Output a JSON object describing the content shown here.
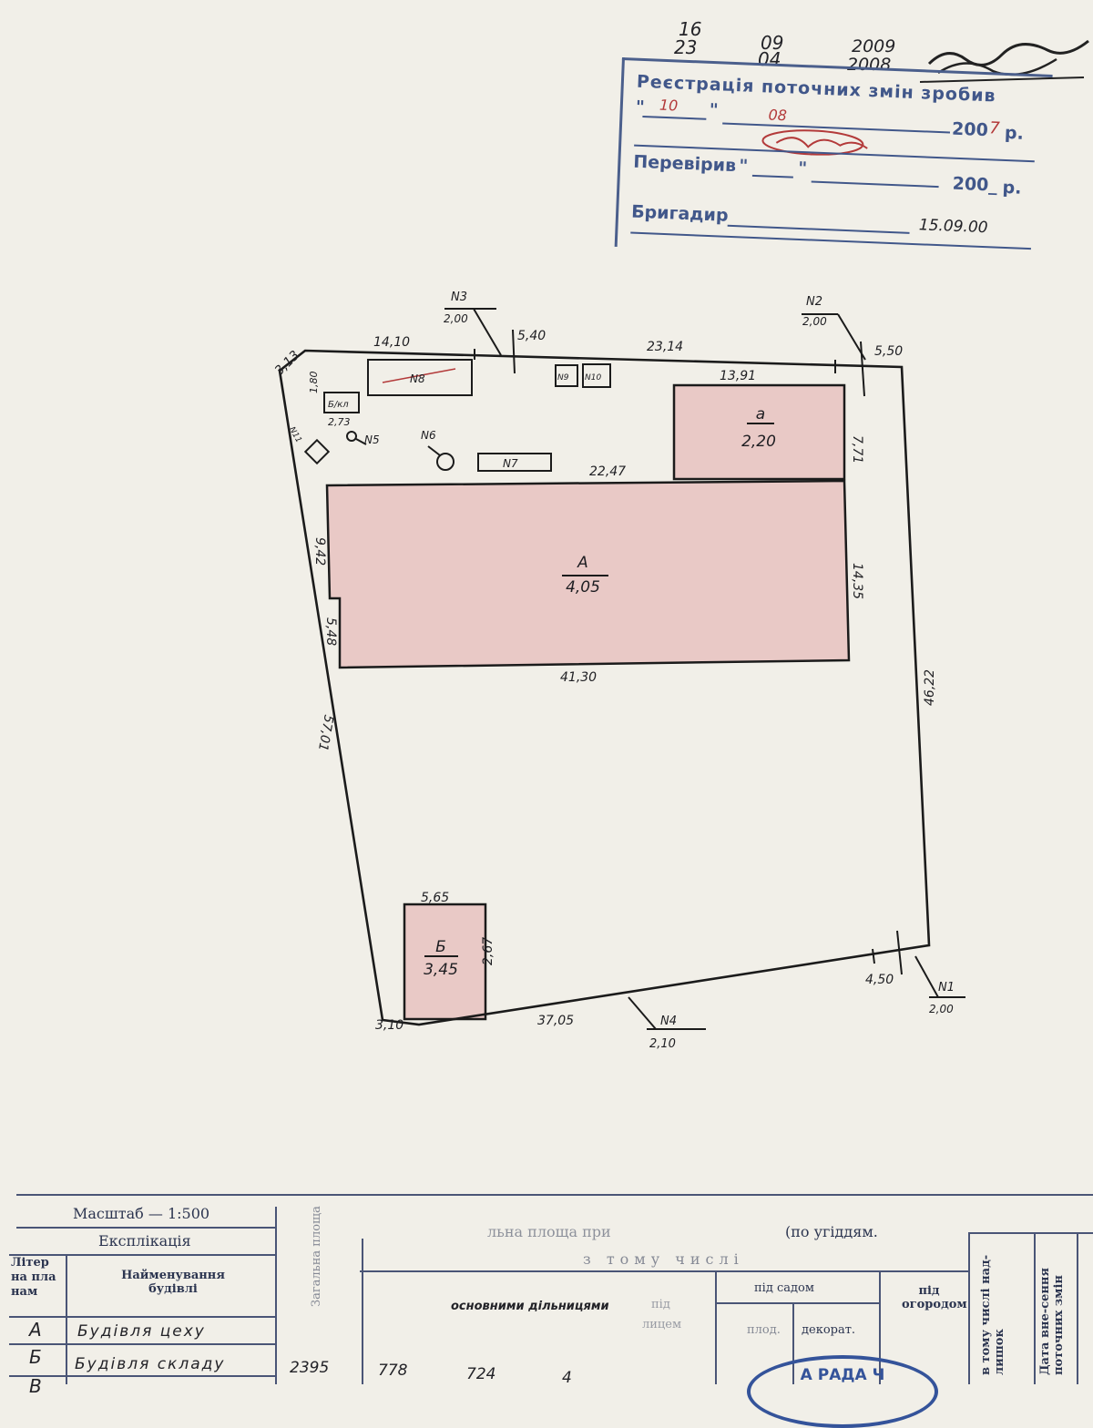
{
  "handwritten_top": {
    "day1": "16",
    "day2": "23",
    "month1": "09",
    "month2": "04",
    "year1": "2009",
    "year2": "2008"
  },
  "stamp": {
    "registration_label": "Реєстрація поточних змін зробив",
    "reg_day": "10",
    "reg_month": "08",
    "reg_year": "200",
    "reg_year_hand": "7",
    "reg_suffix": "р.",
    "checked_label": "Перевірив",
    "checked_year": "200_",
    "checked_suffix": "р.",
    "foreman_label": "Бригадир",
    "foreman_date": "15.09.00"
  },
  "plan": {
    "dims": {
      "nw_corner": "3,13",
      "top_left": "14,10",
      "top_mid": "5,40",
      "top_right": "23,14",
      "ne": "5,50",
      "annex_top": "13,91",
      "annex_side": "7,71",
      "main_top": "22,47",
      "main_right": "14,35",
      "main_bottom": "41,30",
      "right_side": "46,22",
      "left_upper": "9,42",
      "left_step": "5,48",
      "left_side": "57,01",
      "small_top": "5,65",
      "small_side": "2,67",
      "bottom": "37,05",
      "sw_corner": "3,10",
      "se_small": "4,50",
      "shed_w": "1,80",
      "shed_h": "2,73"
    },
    "gates": {
      "n1": "N1",
      "n1_w": "2,00",
      "n2": "N2",
      "n2_w": "2,00",
      "n3": "N3",
      "n3_w": "2,00",
      "n4": "N4",
      "n4_w": "2,10"
    },
    "objects": {
      "n5": "N5",
      "n6": "N6",
      "n7": "N7",
      "n8": "N8",
      "n9": "N9",
      "n10": "N10",
      "n11": "N11",
      "shed_letter": "Б/кл"
    },
    "buildings": {
      "main_letter": "А",
      "main_height": "4,05",
      "annex_letter": "а",
      "annex_height": "2,20",
      "small_letter": "Б",
      "small_height": "3,45"
    }
  },
  "footer": {
    "scale": "Масштаб — 1:500",
    "explication": "Експлікація",
    "col_letter": "Літер на пла нам",
    "col_name": "Найменування будівлі",
    "col_area": "Загальна площа",
    "header_land": "льна площа при",
    "by_land": "(по угіддям.",
    "including": "з тому числі",
    "under_buildings": "основними дільницями",
    "under_label": "під",
    "under_label2": "лицем",
    "garden": "під садом",
    "fruit": "плод.",
    "decor": "декорат.",
    "ogorod": "під огородом",
    "col_extra": "в тому числі над-лишок",
    "col_date": "Дата вне-сення поточних змін",
    "rows": [
      {
        "letter": "А",
        "name": "Будівля цеху"
      },
      {
        "letter": "Б",
        "name": "Будівля складу",
        "area": "2395",
        "c2": "778",
        "c3": "724",
        "c4": "4"
      },
      {
        "letter": "В",
        "name": ""
      }
    ],
    "seal_text": "А РАДА Ч"
  }
}
